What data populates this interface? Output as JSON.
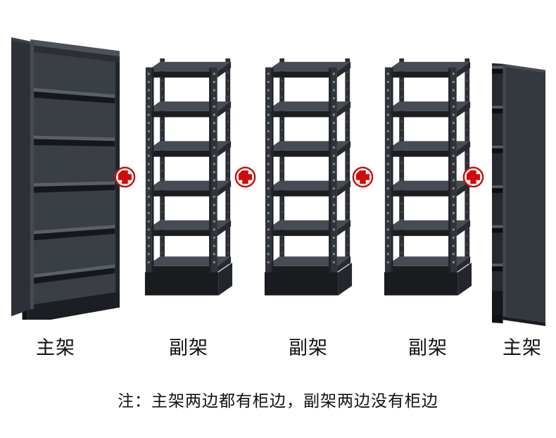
{
  "units": [
    {
      "label": "主架",
      "type": "main-frame"
    },
    {
      "label": "副架",
      "type": "sub-frame"
    },
    {
      "label": "副架",
      "type": "sub-frame"
    },
    {
      "label": "副架",
      "type": "sub-frame"
    },
    {
      "label": "主架",
      "type": "main-frame-side-view"
    }
  ],
  "icons": {
    "plus": "+"
  },
  "note": "注：主架两边都有柜边，副架两边没有柜边",
  "colors": {
    "plus": "#cf0a0a",
    "text": "#111111",
    "shelf_dark": "#1b1d21",
    "shelf_body": "#34383f"
  }
}
